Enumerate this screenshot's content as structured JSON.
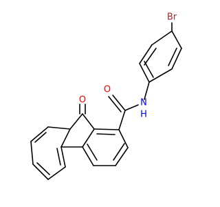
{
  "molecule": {
    "atoms": {
      "bromine": {
        "symbol": "Br",
        "color": "#a52a2a"
      },
      "nitrogen": {
        "symbol": "N",
        "color": "#0000ff"
      },
      "hydrogen": {
        "symbol": "H",
        "color": "#0000ff"
      },
      "ketone_oxygen": {
        "symbol": "O",
        "color": "#ff0000"
      },
      "amide_oxygen": {
        "symbol": "O",
        "color": "#ff0000"
      }
    }
  }
}
